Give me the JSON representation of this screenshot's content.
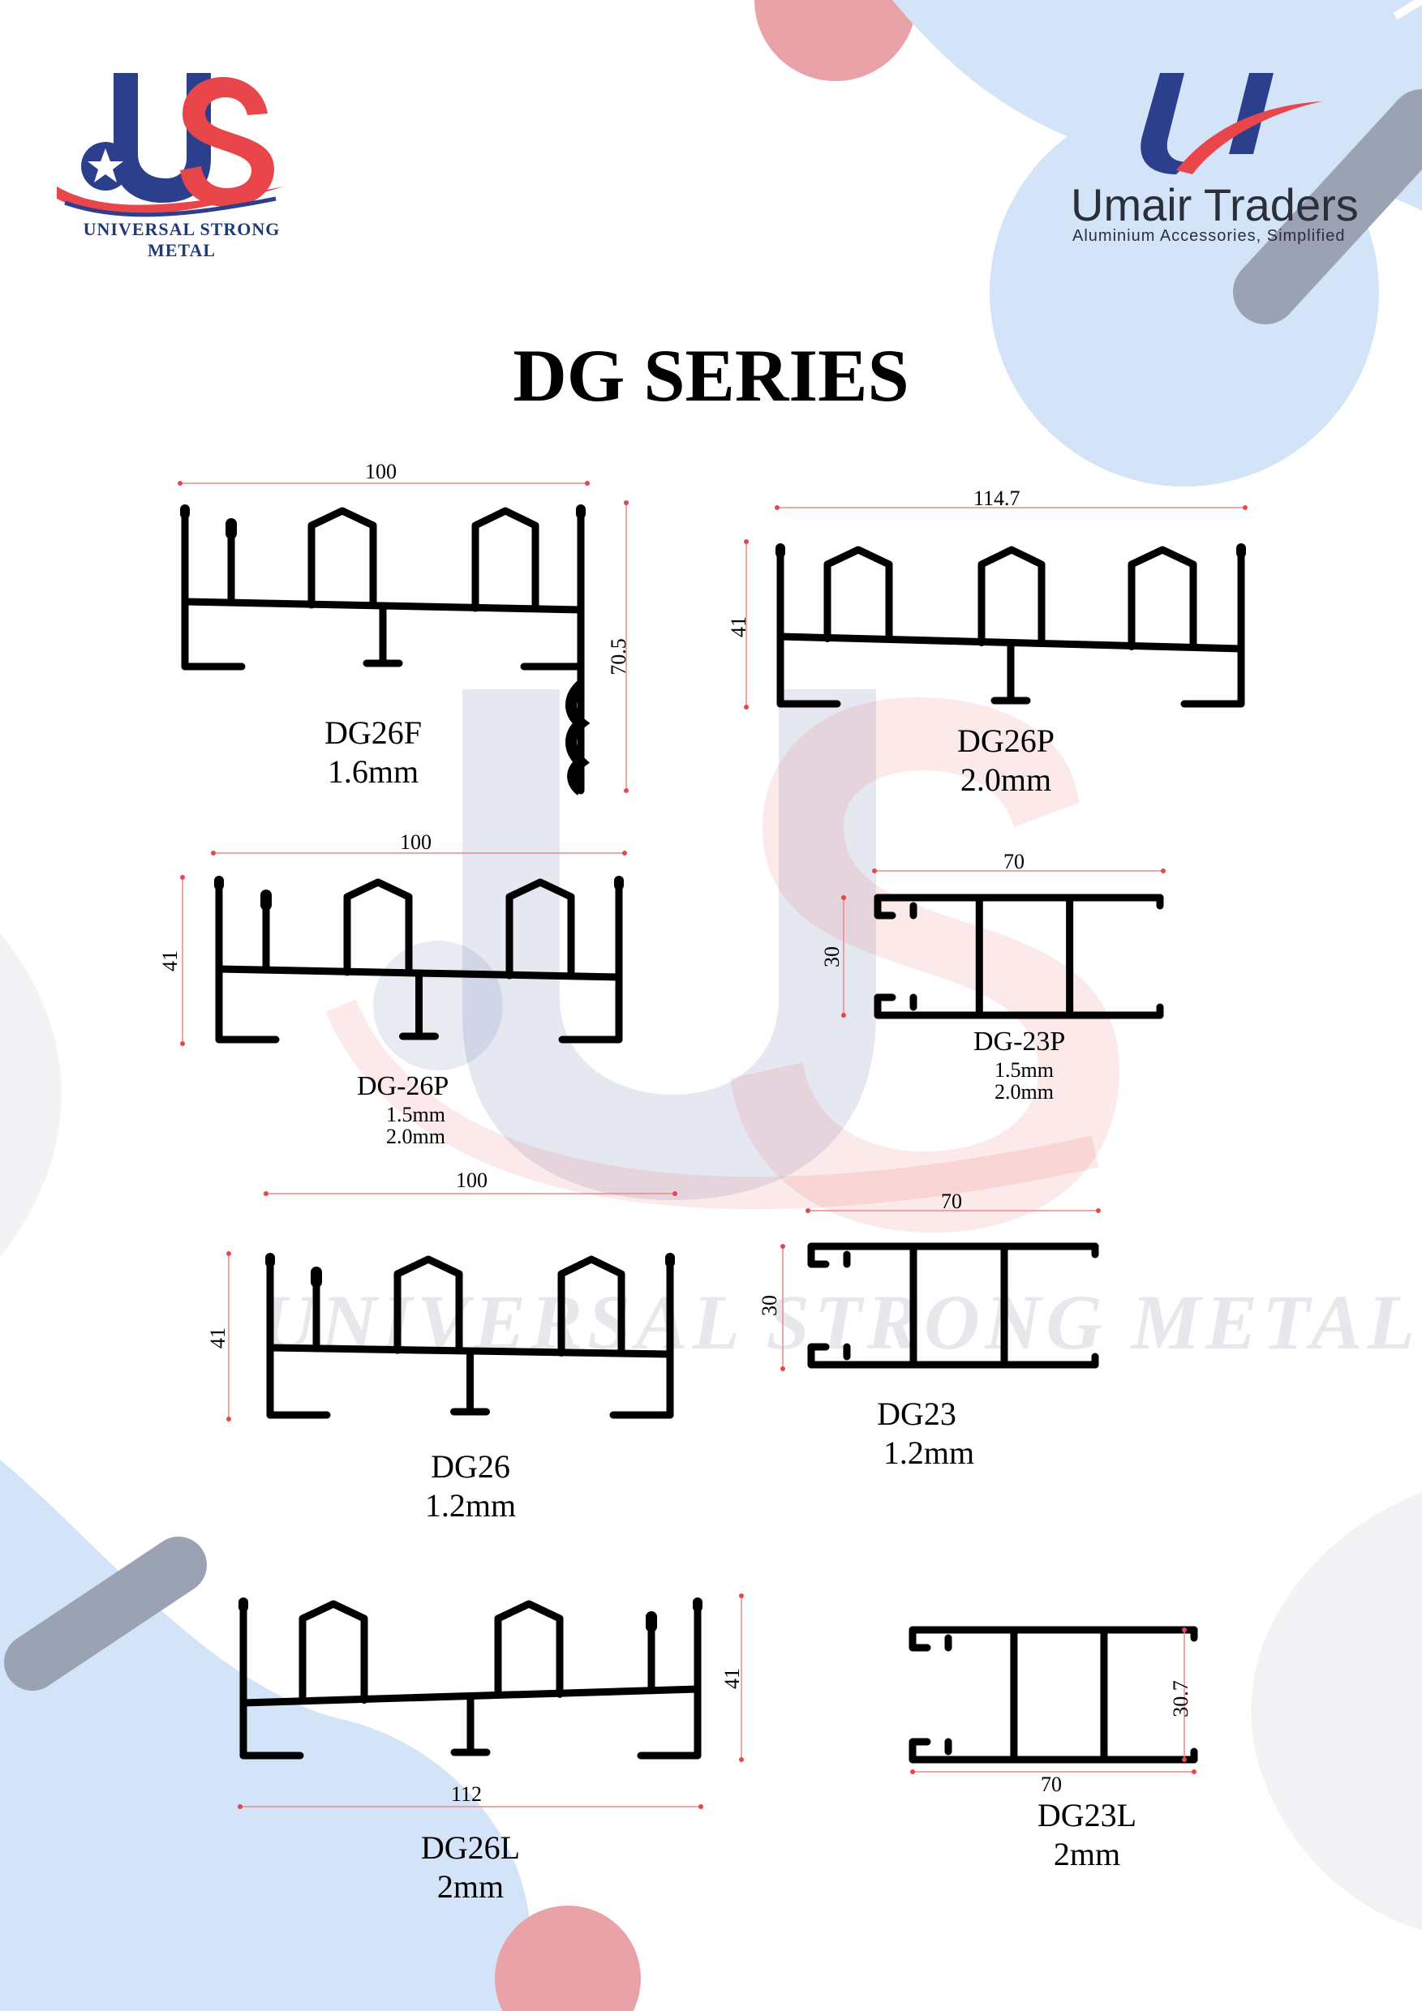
{
  "header": {
    "title": "DG SERIES",
    "left_logo": {
      "mark": "US",
      "tagline": "UNIVERSAL STRONG METAL"
    },
    "right_logo": {
      "mark": "U",
      "brand": "Umair Traders",
      "tagline": "Aluminium Accessories, Simplified"
    }
  },
  "watermark": {
    "text": "UNIVERSAL STRONG METAL",
    "mark": "US"
  },
  "colors": {
    "accent_red": "#e8464b",
    "accent_blue": "#2b3f8c",
    "bg_blue": "#d3e3f8",
    "bg_grey": "#9aa2b4",
    "bg_pink": "#e9a2a7"
  },
  "profiles": [
    {
      "code": "DG26F",
      "thickness": [
        "1.6mm"
      ],
      "dims": {
        "width": "100",
        "height": "70.5"
      }
    },
    {
      "code": "DG26P",
      "thickness": [
        "2.0mm"
      ],
      "dims": {
        "width": "114.7",
        "height": "41"
      }
    },
    {
      "code": "DG-26P",
      "thickness": [
        "1.5mm",
        "2.0mm"
      ],
      "dims": {
        "width": "100",
        "height": "41"
      }
    },
    {
      "code": "DG-23P",
      "thickness": [
        "1.5mm",
        "2.0mm"
      ],
      "dims": {
        "width": "70",
        "height": "30"
      }
    },
    {
      "code": "DG26",
      "thickness": [
        "1.2mm"
      ],
      "dims": {
        "width": "100",
        "height": "41"
      }
    },
    {
      "code": "DG23",
      "thickness": [
        "1.2mm"
      ],
      "dims": {
        "width": "70",
        "height": "30"
      }
    },
    {
      "code": "DG26L",
      "thickness": [
        "2mm"
      ],
      "dims": {
        "width": "112",
        "height": "41"
      }
    },
    {
      "code": "DG23L",
      "thickness": [
        "2mm"
      ],
      "dims": {
        "width": "70",
        "height": "30.7"
      }
    }
  ]
}
